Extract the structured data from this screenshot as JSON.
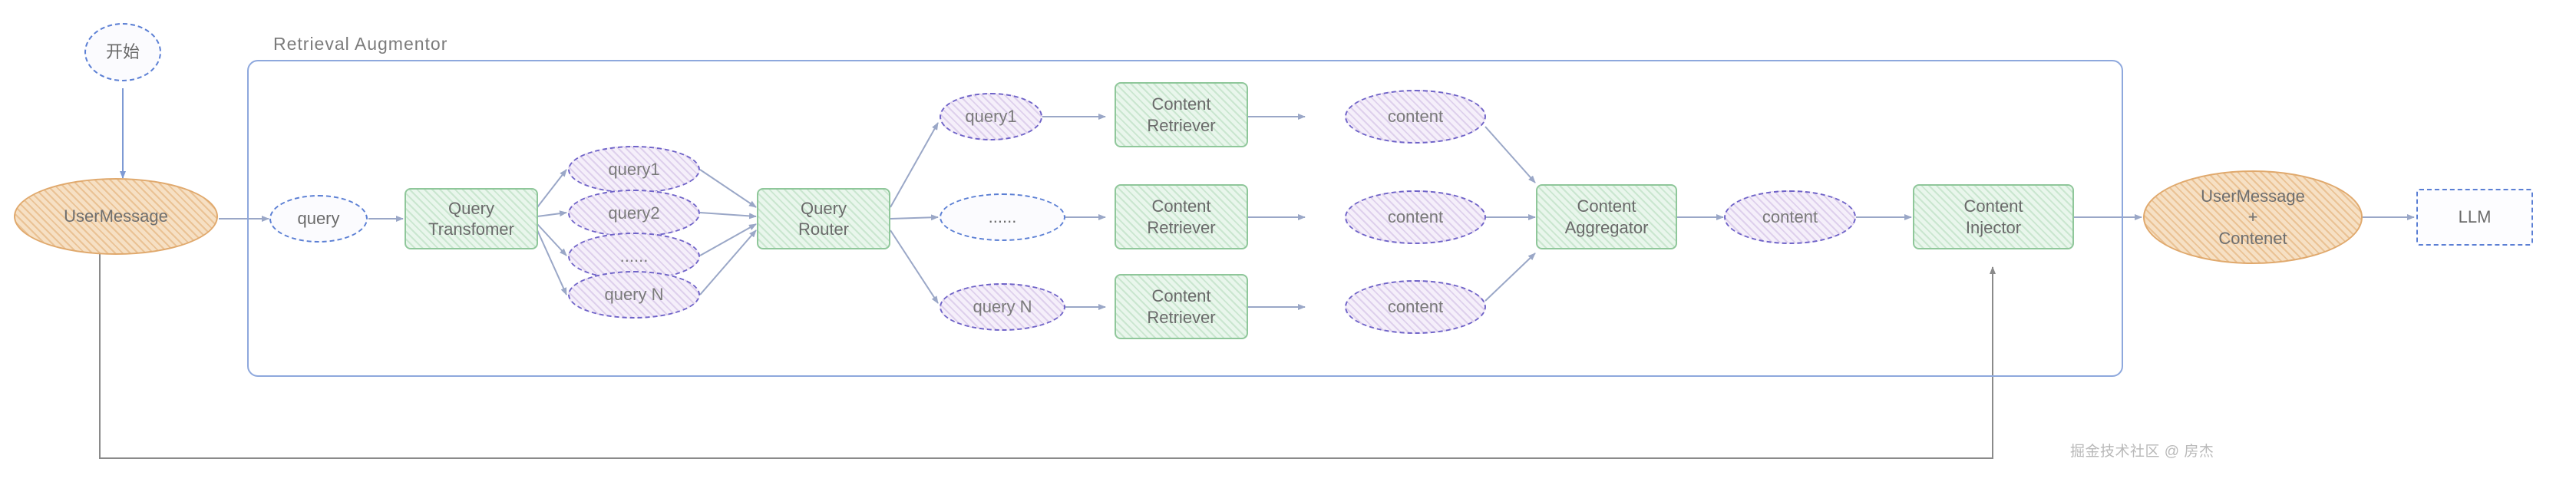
{
  "diagram": {
    "group": {
      "label": "Retrieval  Augmentor"
    },
    "watermark": "掘金技术社区 @ 房杰",
    "nodes": {
      "start": "开始",
      "user_message": "UserMessage",
      "query": "query",
      "query_transformer": "Query\nTransfomer",
      "query1_small": "query1",
      "query2_small": "query2",
      "query_dots_small": "......",
      "queryN_small": "query N",
      "query_router": "Query\nRouter",
      "query1": "query1",
      "query_dots": "......",
      "queryN": "query N",
      "content_retriever_1": "Content\nRetriever",
      "content_retriever_2": "Content\nRetriever",
      "content_retriever_3": "Content\nRetriever",
      "content_1": "content",
      "content_2": "content",
      "content_3": "content",
      "content_aggregator": "Content\nAggregator",
      "content_agg_out": "content",
      "content_injector": "Content\nInjector",
      "user_message_content": "UserMessage\n+\nContenet",
      "llm": "LLM"
    }
  }
}
